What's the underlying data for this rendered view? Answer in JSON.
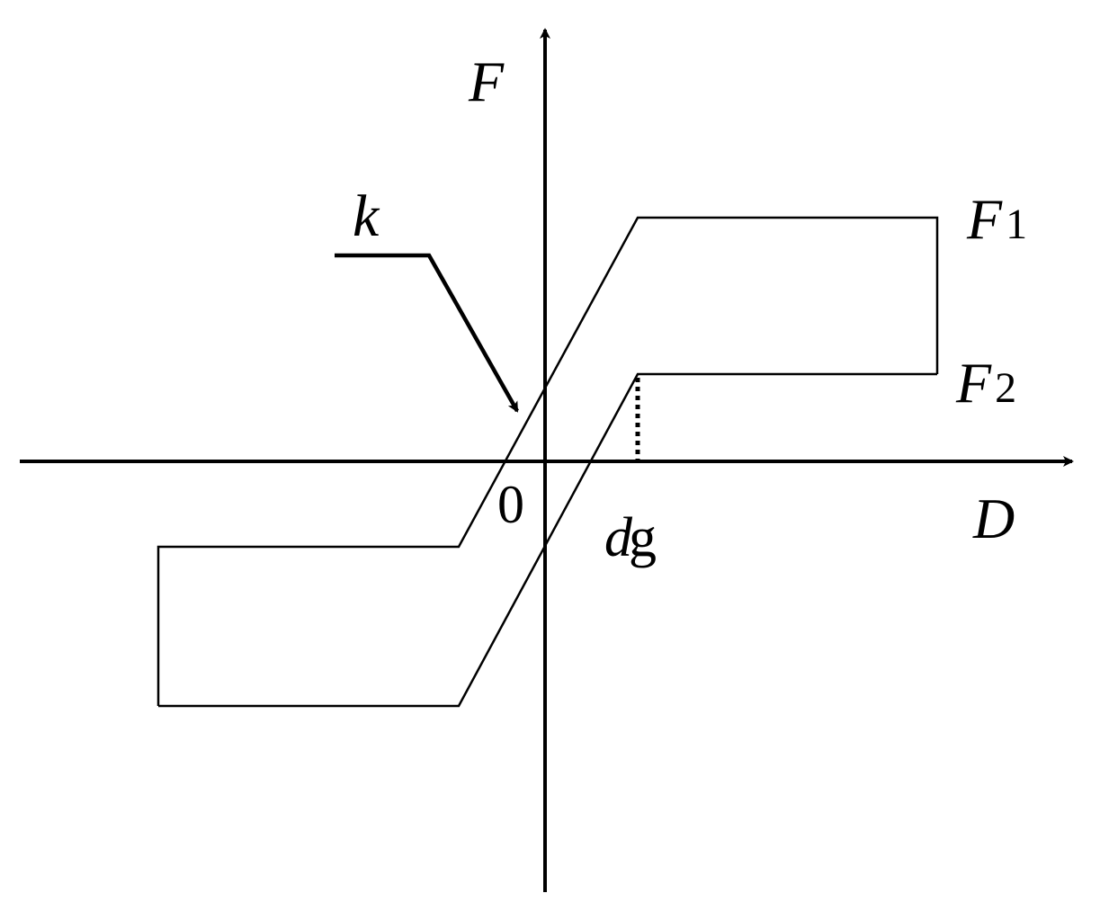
{
  "diagram": {
    "labels": {
      "force_axis": "F",
      "displacement_axis": "D",
      "origin": "0",
      "stiffness": "k",
      "upper_force_base": "F",
      "upper_force_sub": "1",
      "lower_force_base": "F",
      "lower_force_sub": "2",
      "gap_italic": "d",
      "gap_upright": "g"
    },
    "colors": {
      "ink": "#000000",
      "background": "#ffffff"
    }
  }
}
